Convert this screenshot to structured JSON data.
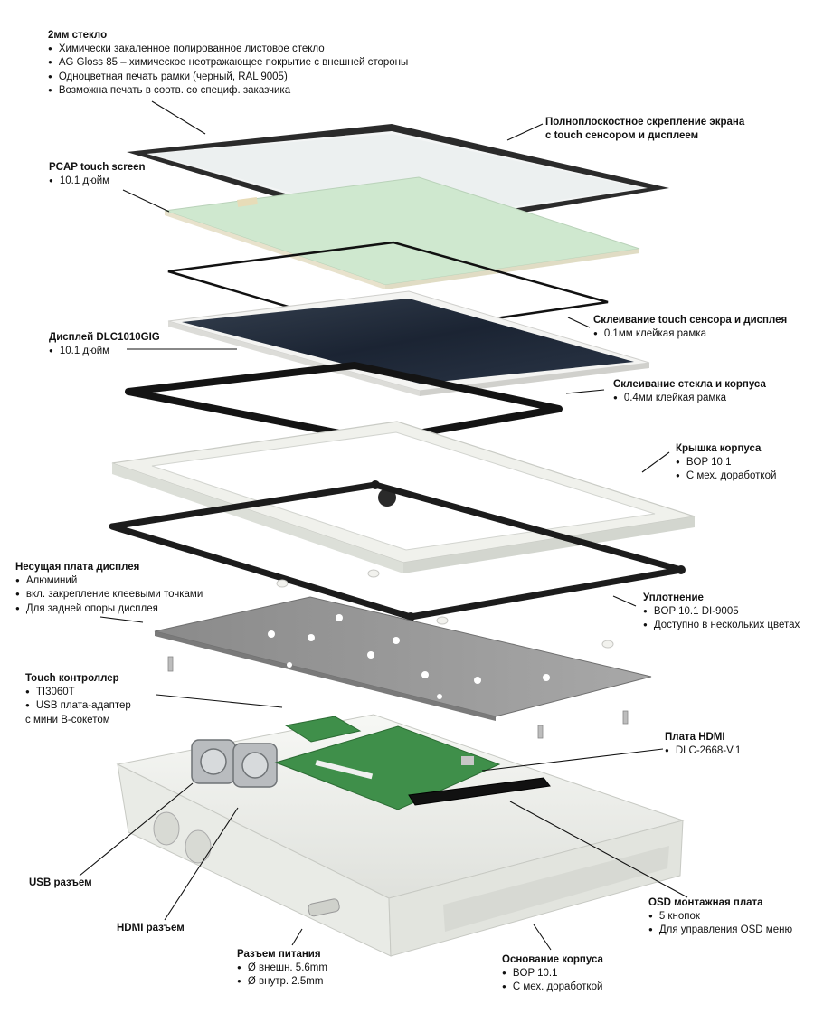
{
  "labels": {
    "glass": {
      "title": "2мм стекло",
      "items": [
        "Химически закаленное полированное листовое стекло",
        "AG Gloss 85 – химическое неотражающее покрытие с внешней стороны",
        "Одноцветная печать рамки (черный, RAL 9005)",
        "Возможна печать в соотв. со специф. заказчика"
      ]
    },
    "full_bond": {
      "title1": "Полноплоскостное скрепление экрана",
      "title2": "с touch сенсором и дисплеем"
    },
    "pcap": {
      "title": "PCAP touch screen",
      "items": [
        "10.1 дюйм"
      ]
    },
    "bond_touch": {
      "title": "Склеивание touch сенсора и дисплея",
      "items": [
        "0.1мм клейкая рамка"
      ]
    },
    "display": {
      "title": "Дисплей DLC1010GIG",
      "items": [
        "10.1 дюйм"
      ]
    },
    "bond_glass": {
      "title": "Склеивание стекла и корпуса",
      "items": [
        "0.4мм клейкая рамка"
      ]
    },
    "cover": {
      "title": "Крышка корпуса",
      "items": [
        "BOP 10.1",
        "С мех. доработкой"
      ]
    },
    "carrier": {
      "title": "Несущая плата дисплея",
      "items": [
        "Алюминий",
        "вкл. закрепление клеевыми точками",
        "Для задней опоры дисплея"
      ]
    },
    "gasket": {
      "title": "Уплотнение",
      "items": [
        "BOP 10.1 DI-9005",
        "Доступно в нескольких цветах"
      ]
    },
    "touch_ctrl": {
      "title": "Touch контроллер",
      "items": [
        "TI3060T",
        "USB плата-адаптер"
      ],
      "cont": "с мини B-сокетом"
    },
    "hdmi_board": {
      "title": "Плата HDMI",
      "items": [
        "DLC-2668-V.1"
      ]
    },
    "usb": {
      "title": "USB разъем"
    },
    "hdmi": {
      "title": "HDMI разъем"
    },
    "osd": {
      "title": "OSD монтажная плата",
      "items": [
        "5 кнопок",
        "Для управления OSD меню"
      ]
    },
    "power": {
      "title": "Разъем питания",
      "items": [
        "Ø внешн. 5.6mm",
        "Ø внутр. 2.5mm"
      ]
    },
    "base": {
      "title": "Основание корпуса",
      "items": [
        "BOP 10.1",
        "С мех. доработкой"
      ]
    }
  },
  "colors": {
    "glass_frame": "#2b2b2b",
    "touch_green": "#cfe8cf",
    "display_dark": "#1e2a3c",
    "pcb_green": "#3f8f4a",
    "housing": "#eceee9",
    "carrier_gray": "#9a9a9a"
  }
}
